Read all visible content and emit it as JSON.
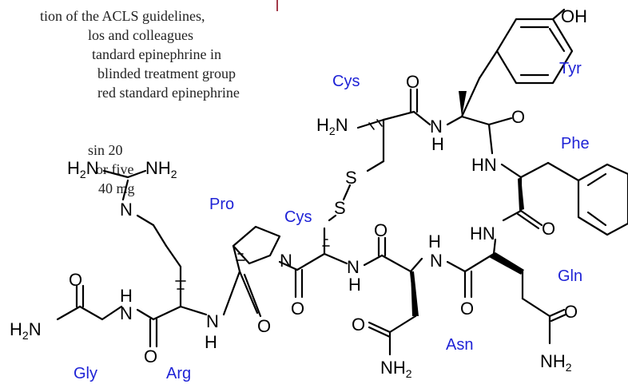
{
  "colors": {
    "residue_label": "#1f23d6",
    "bond": "#000000",
    "page_mark": "#a33a4a",
    "text": "#222222"
  },
  "document_text": {
    "lines": [
      "tion of the ACLS guidelines,",
      "los          and          colleagues",
      "tandard   epinephrine   in",
      "blinded treatment group",
      "red  standard  epinephrine",
      "sin 20",
      "or five",
      "40  mg"
    ]
  },
  "residues": {
    "cys1": "Cys",
    "tyr": "Tyr",
    "phe": "Phe",
    "pro": "Pro",
    "cys2": "Cys",
    "gln": "Gln",
    "asn": "Asn",
    "gly": "Gly",
    "arg": "Arg"
  },
  "atoms": {
    "oh": "OH",
    "h2n_cys": "H",
    "h2n_cys_2": "2",
    "h2n_cys_n": "N",
    "o": "O",
    "n": "N",
    "h": "H",
    "hn": "HN",
    "s": "S",
    "nh2_guan": "NH",
    "h2n_guan": "H",
    "h2n_sub": "2",
    "n_guan": "N",
    "nh2_n": "NH",
    "nh2_sub": "2",
    "h2n_gly": "H",
    "h2n_gly_n": "N"
  }
}
